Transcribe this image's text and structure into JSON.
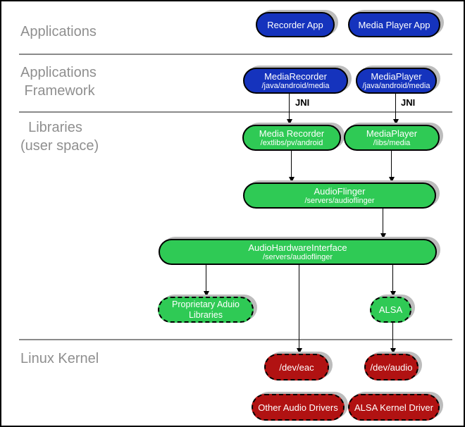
{
  "sections": {
    "applications": {
      "label": "Applications"
    },
    "framework": {
      "line1": "Applications",
      "line2": " Framework"
    },
    "libraries": {
      "line1": "  Libraries",
      "line2": "(user space)"
    },
    "kernel": {
      "label": "Linux Kernel"
    }
  },
  "connector_labels": {
    "jni_left": "JNI",
    "jni_right": "JNI"
  },
  "nodes": {
    "recorder_app": {
      "title": "Recorder App"
    },
    "media_player_app": {
      "title": "Media Player App"
    },
    "media_recorder_framework": {
      "title": "MediaRecorder",
      "subtitle": "/java/android/media"
    },
    "media_player_framework": {
      "title": "MediaPlayer",
      "subtitle": "/java/android/media"
    },
    "media_recorder_library": {
      "title": "Media Recorder",
      "subtitle": "/extlibs/pv/android"
    },
    "media_player_library": {
      "title": "MediaPlayer",
      "subtitle": "/libs/media"
    },
    "audio_flinger": {
      "title": "AudioFlinger",
      "subtitle": "/servers/audioflinger"
    },
    "audio_hardware_interface": {
      "title": "AudioHardwareInterface",
      "subtitle": "/servers/audioflinger"
    },
    "proprietary_audio_libraries": {
      "title_line1": "Proprietary Aduio",
      "title_line2": "Libraries"
    },
    "alsa": {
      "title": "ALSA"
    },
    "dev_eac": {
      "title": "/dev/eac"
    },
    "dev_audio": {
      "title": "/dev/audio"
    },
    "other_audio_drivers": {
      "title": "Other Audio Drivers"
    },
    "alsa_kernel_driver": {
      "title": "ALSA Kernel Driver"
    }
  },
  "colors": {
    "application_blue": "#1533bd",
    "library_green": "#2fca55",
    "kernel_red": "#b11212",
    "shadow_gray": "#bcbcbc",
    "section_label_gray": "#8f8f8f",
    "divider_gray": "#8a8a8a"
  }
}
